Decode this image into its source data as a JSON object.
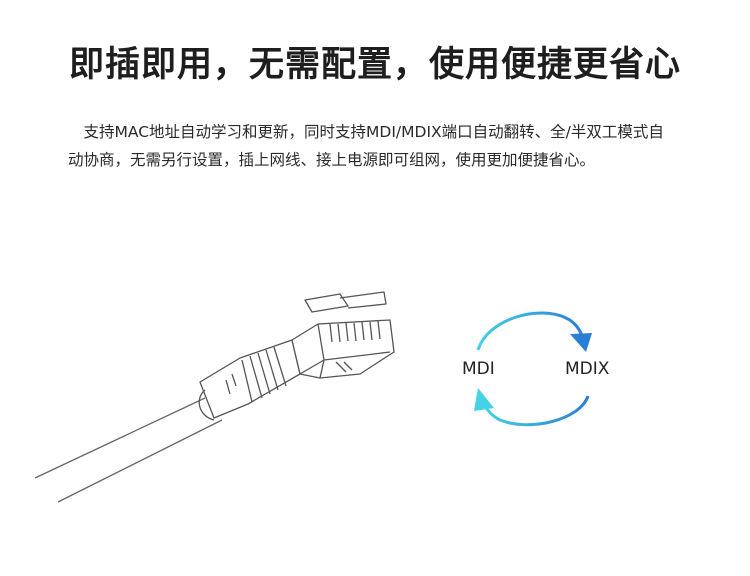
{
  "headline": "即插即用，无需配置，使用便捷更省心",
  "description": "支持MAC地址自动学习和更新，同时支持MDI/MDIX端口自动翻转、全/半双工模式自动协商，无需另行设置，插上网线、接上电源即可组网，使用更加便捷省心。",
  "diagram": {
    "left_label": "MDI",
    "right_label": "MDIX",
    "arrow_color_light": "#3fd0e8",
    "arrow_color_dark": "#2a7fd4"
  },
  "illustration": {
    "icon": "ethernet-cable-icon"
  }
}
